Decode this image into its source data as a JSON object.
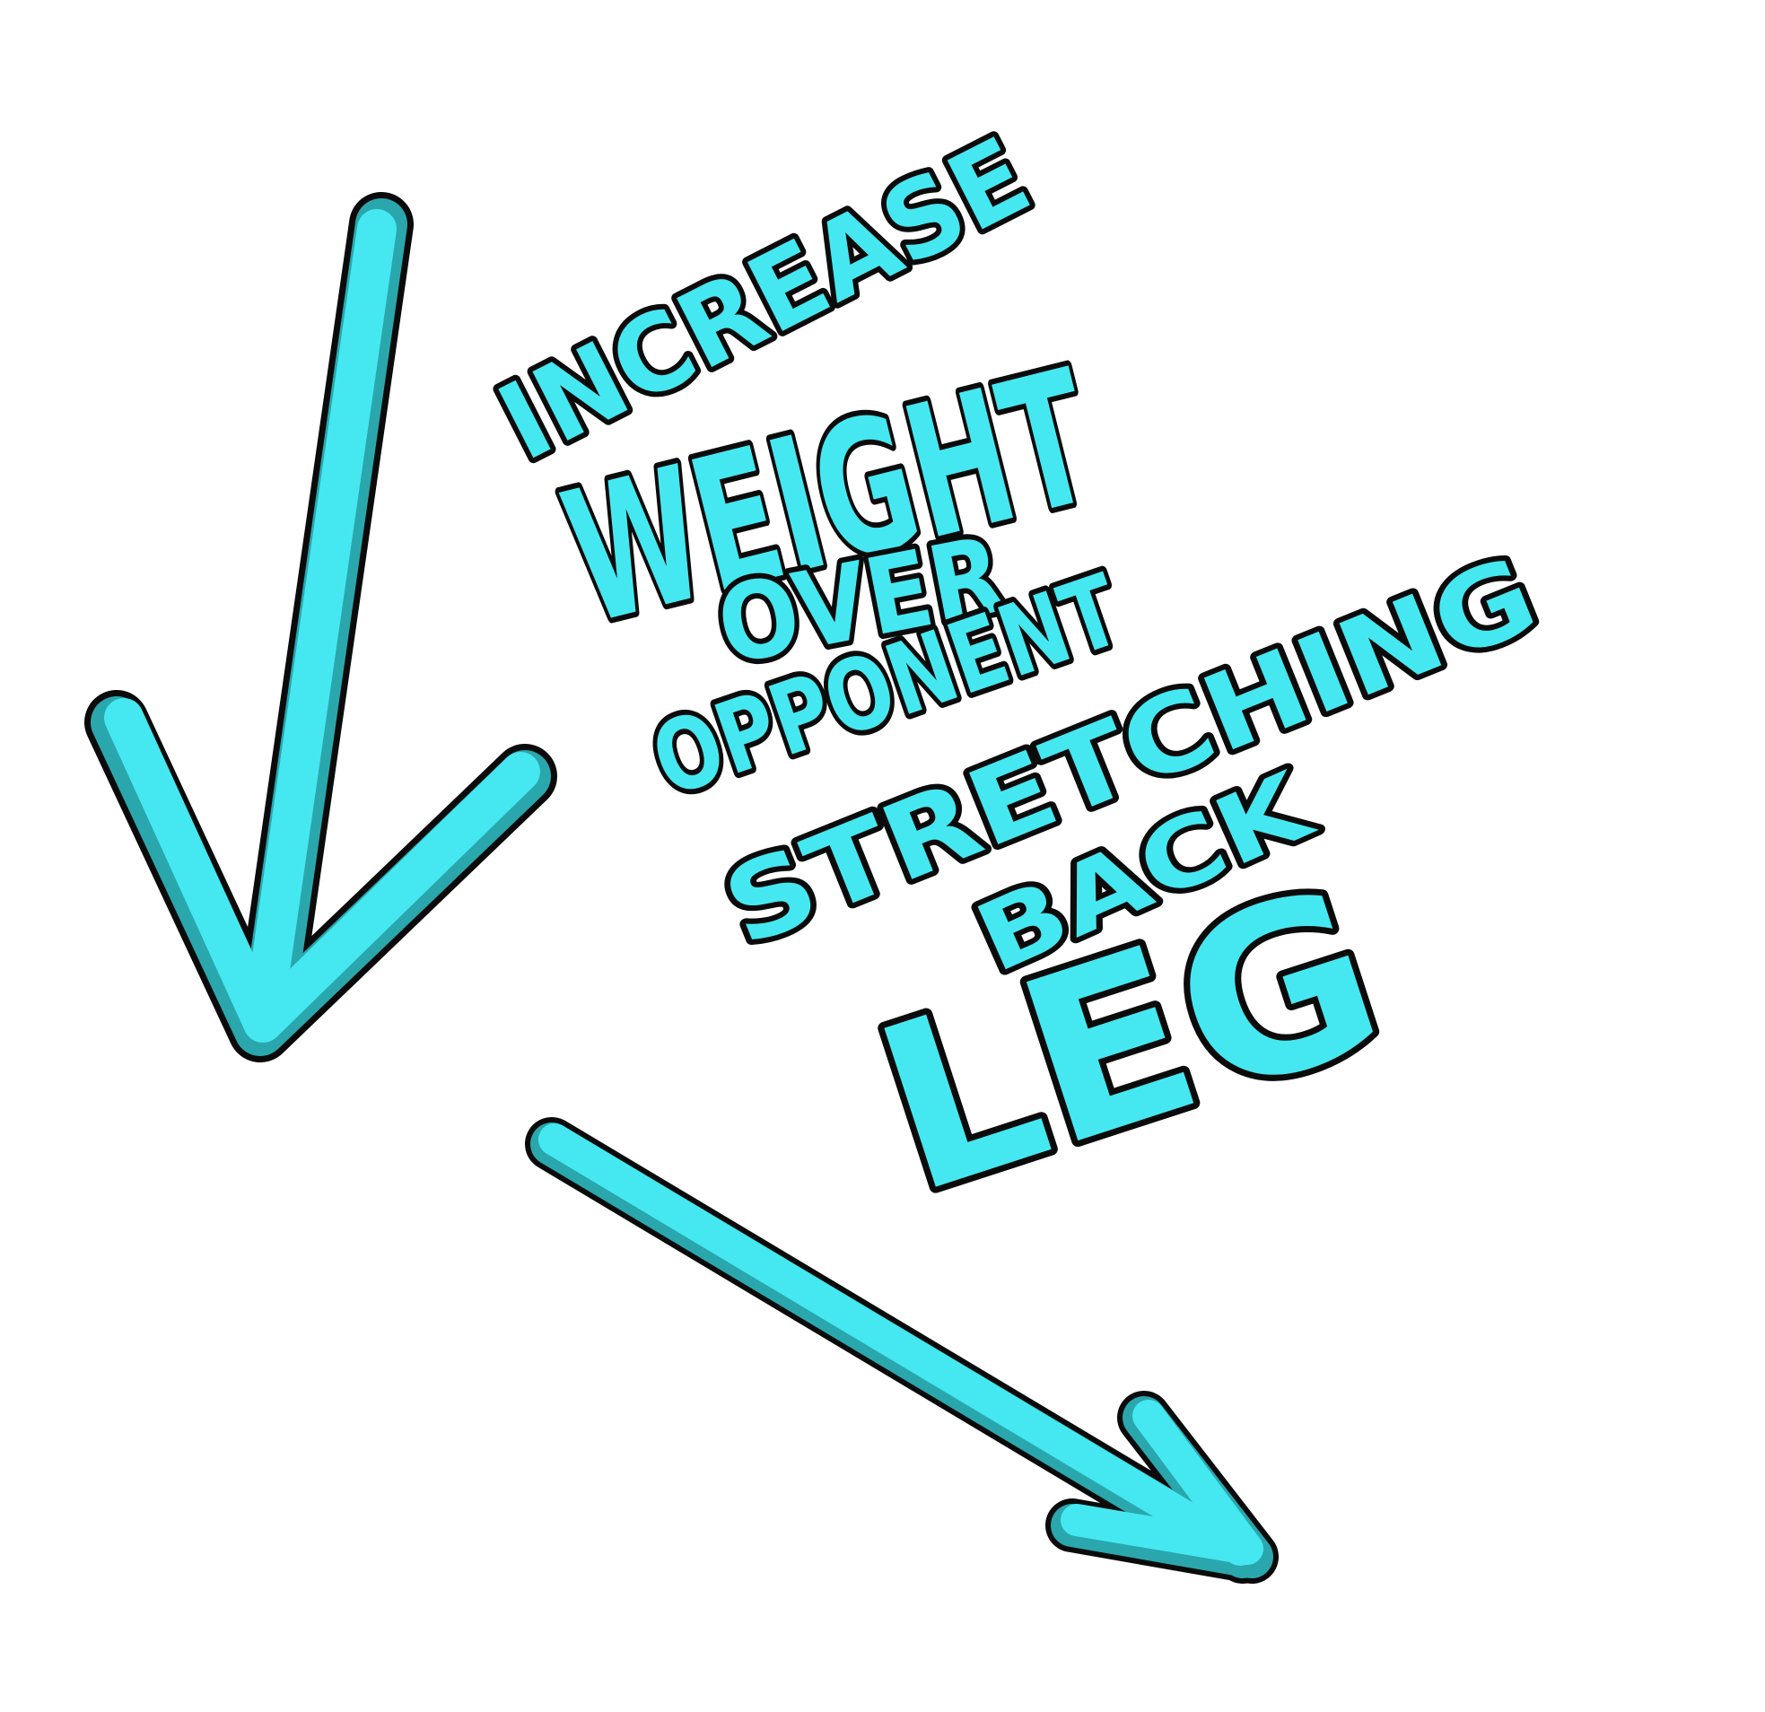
{
  "annotation": {
    "line1": "INCREASE",
    "line2": "WEIGHT",
    "line3": "OVER",
    "line4": "OPPONENT",
    "line5": "STRETCHING",
    "line6": "BACK",
    "line7": "LEG"
  },
  "colors": {
    "stroke_fill": "#45e8f0",
    "stroke_shade": "#2aa7ad",
    "outline": "#0b0b0b",
    "background": "#ffffff"
  },
  "icons": [
    "down-left-arrow-icon",
    "down-right-arrow-icon"
  ]
}
